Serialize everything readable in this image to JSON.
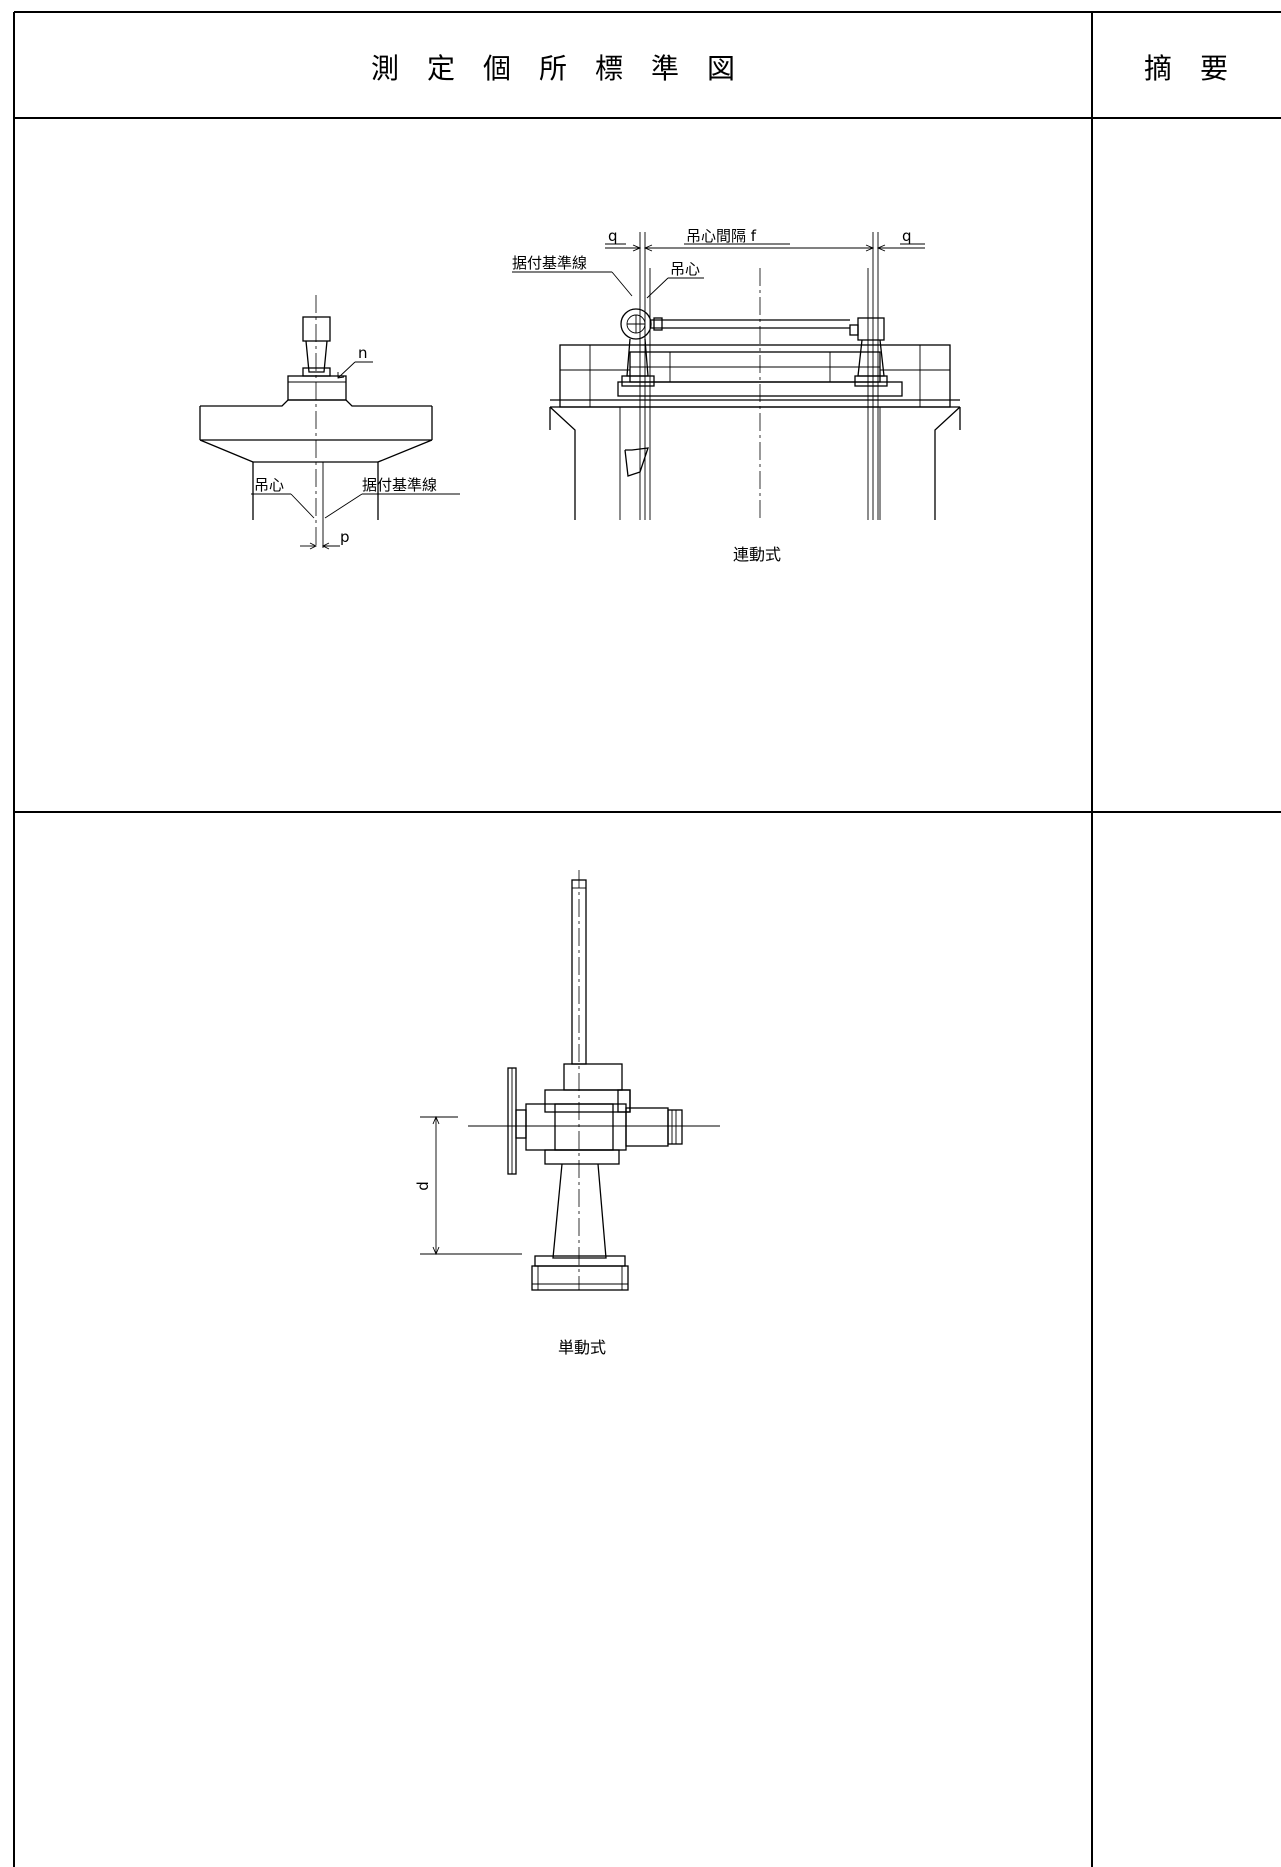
{
  "header": {
    "title": "測　定　個　所　標　準　図",
    "remarks": "摘　要"
  },
  "section1": {
    "left": {
      "label_n": "n",
      "label_hoist_center": "吊心",
      "label_datum": "据付基準線",
      "label_p": "p"
    },
    "right": {
      "label_q_left": "q",
      "label_interval": "吊心間隔 f",
      "label_q_right": "q",
      "label_datum": "据付基準線",
      "label_hoist_center": "吊心",
      "caption": "連動式"
    }
  },
  "section2": {
    "label_d": "d",
    "caption": "単動式"
  }
}
